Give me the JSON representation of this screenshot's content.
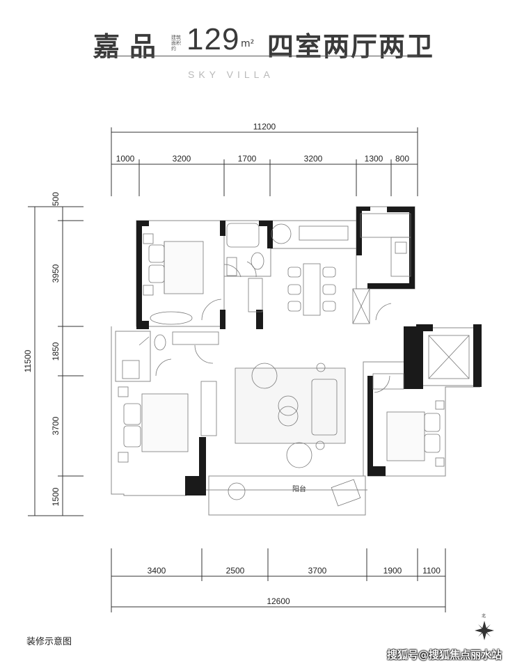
{
  "title": {
    "name": "嘉品",
    "area_label": "建筑面积约",
    "area_value": "129",
    "area_unit": "m²",
    "room_type": "四室两厅两卫"
  },
  "subtitle": "SKY VILLA",
  "dimensions": {
    "top_total": "11200",
    "top_segments": [
      "1000",
      "3200",
      "1700",
      "3200",
      "1300",
      "800"
    ],
    "bottom_total": "12600",
    "bottom_segments": [
      "3400",
      "2500",
      "3700",
      "1900",
      "1100"
    ],
    "left_total": "11500",
    "left_segments": [
      "500",
      "3950",
      "1850",
      "3700",
      "1500"
    ]
  },
  "rooms": {
    "balcony": "阳台"
  },
  "compass_label": "北",
  "caption": "装修示意图",
  "watermark": "搜狐号@搜狐焦点丽水站",
  "colors": {
    "wall": "#1a1a1a",
    "line": "#888888",
    "text": "#333333",
    "subtitle": "#b9b9b9"
  }
}
